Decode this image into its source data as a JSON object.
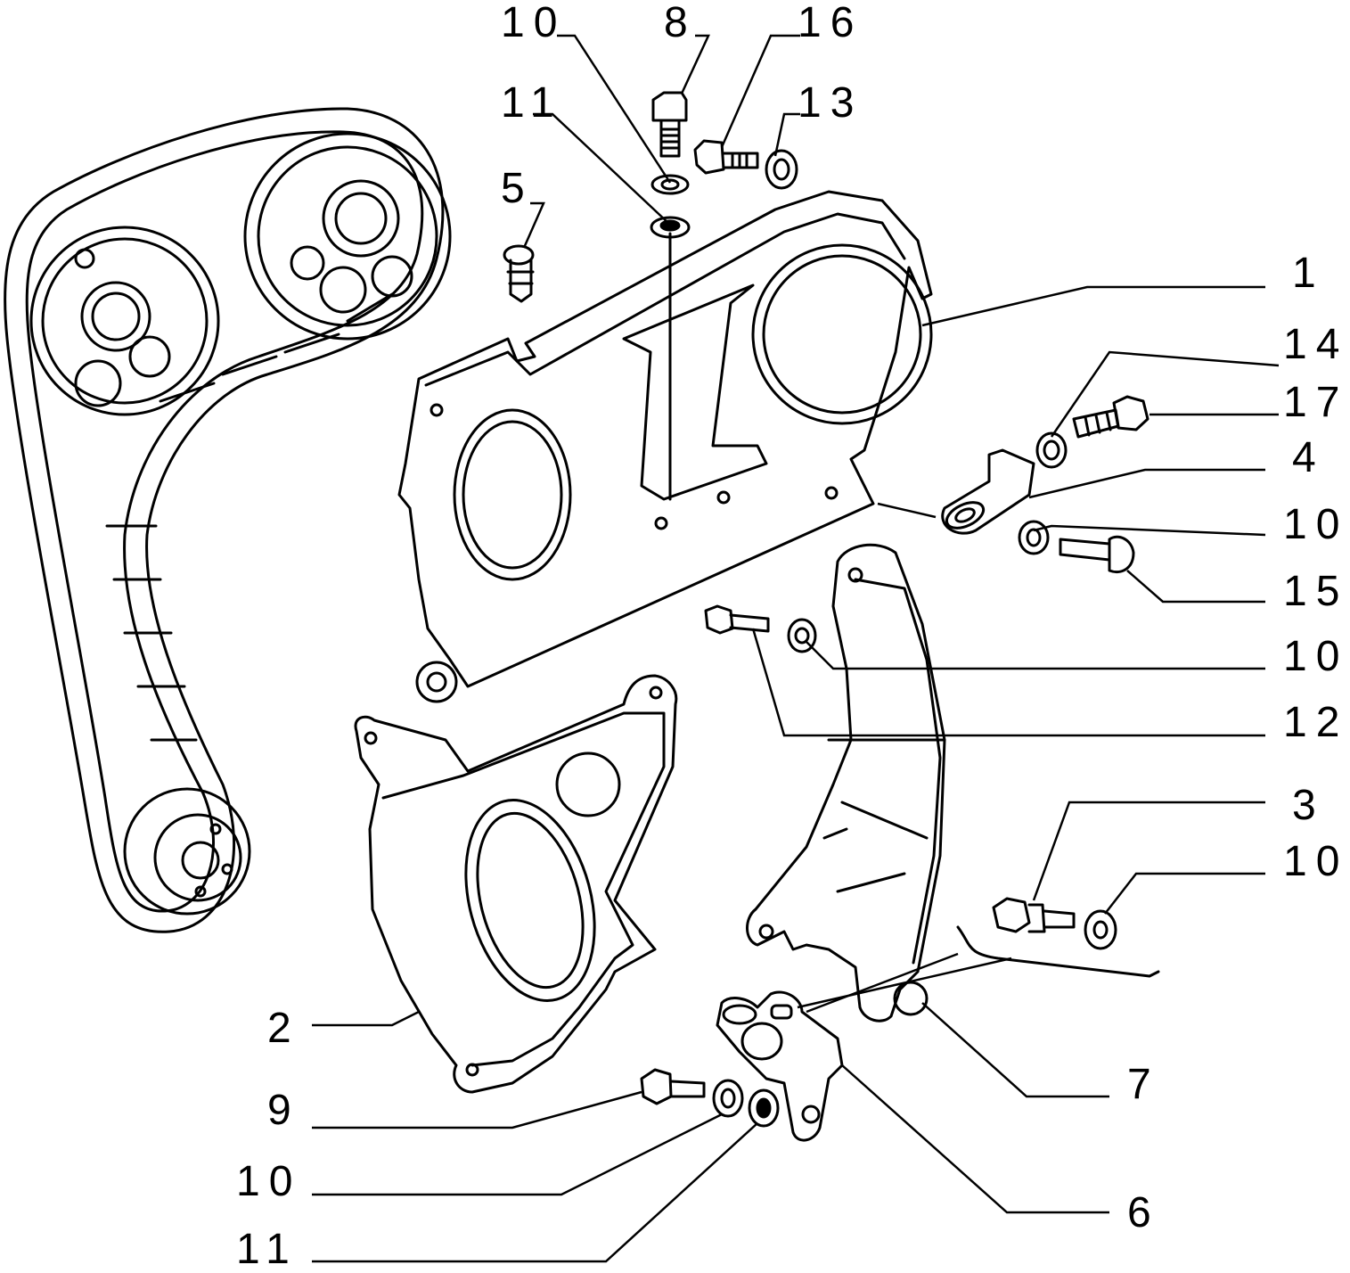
{
  "callouts": {
    "c1": "1",
    "c2": "2",
    "c3": "3",
    "c4": "4",
    "c5": "5",
    "c6": "6",
    "c7": "7",
    "c8": "8",
    "c9": "9",
    "c10_top": "10",
    "c10_r1": "10",
    "c10_r2": "10",
    "c10_r3": "10",
    "c10_bottom": "10",
    "c11_top": "11",
    "c11_bottom": "11",
    "c12": "12",
    "c13": "13",
    "c14": "14",
    "c15": "15",
    "c16": "16",
    "c17": "17"
  }
}
